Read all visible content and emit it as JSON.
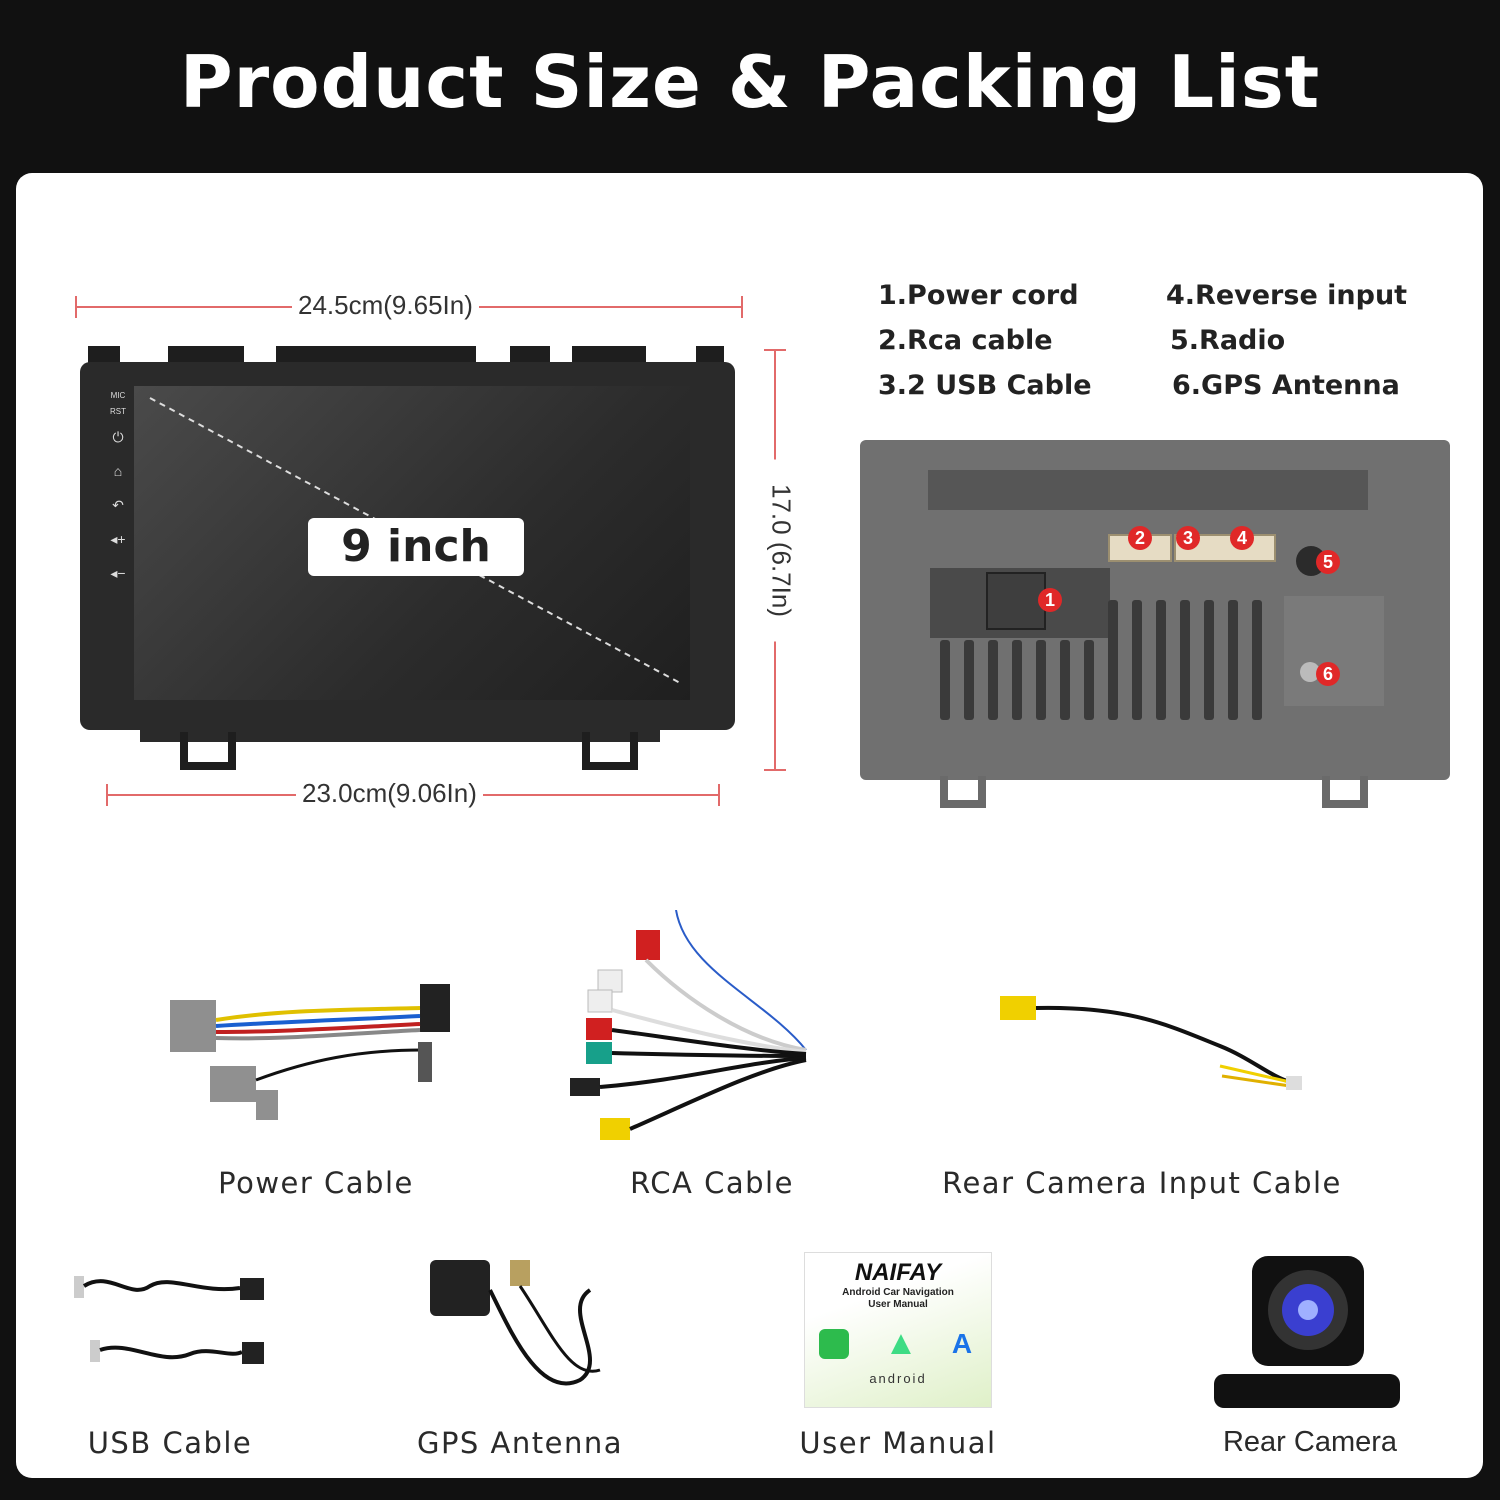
{
  "title": "Product Size & Packing List",
  "dimensions": {
    "width_top": "24.5cm(9.65In)",
    "height_side": "17.0 (6.7In)",
    "width_bottom": "23.0cm(9.06In)"
  },
  "screen_size": "9 inch",
  "side_buttons": {
    "mic": "MIC",
    "rst": "RST"
  },
  "packing_list": [
    "1.Power cord",
    "2.Rca cable",
    "3.2 USB Cable",
    "4.Reverse input",
    "5.Radio",
    "6.GPS Antenna"
  ],
  "port_markers": [
    "1",
    "2",
    "3",
    "4",
    "5",
    "6"
  ],
  "accessories": [
    "Power Cable",
    "RCA Cable",
    "Rear Camera Input Cable",
    "USB Cable",
    "GPS Antenna",
    "User Manual",
    "Rear Camera"
  ],
  "manual": {
    "brand": "NAIFAY",
    "subtitle_1": "Android Car Navigation",
    "subtitle_2": "User Manual",
    "android_word": "android"
  },
  "colors": {
    "background": "#111111",
    "card": "#ffffff",
    "dimension_line": "#e26a6a",
    "marker": "#e02828"
  }
}
